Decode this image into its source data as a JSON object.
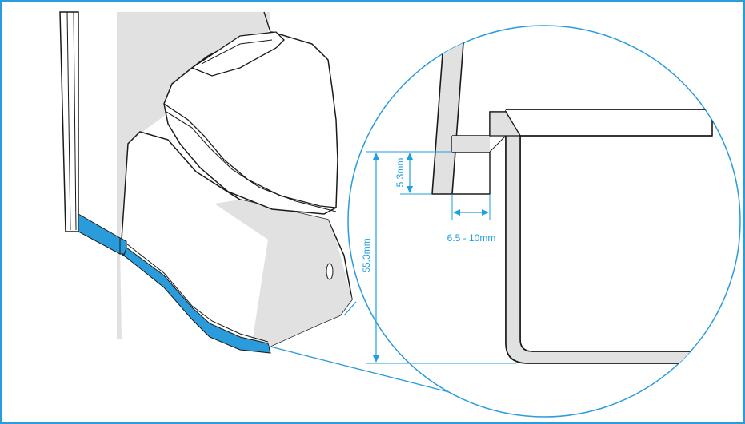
{
  "dimensions": {
    "height_small": "5.3mm",
    "height_large": "55.3mm",
    "width_range": "6.5 - 10mm"
  },
  "colors": {
    "accent": "#1E9FE0",
    "tape": "#2A9BDB",
    "outline": "#1A1A1A",
    "shade": "#E1E1E1",
    "frame": "#2A9BDB"
  }
}
